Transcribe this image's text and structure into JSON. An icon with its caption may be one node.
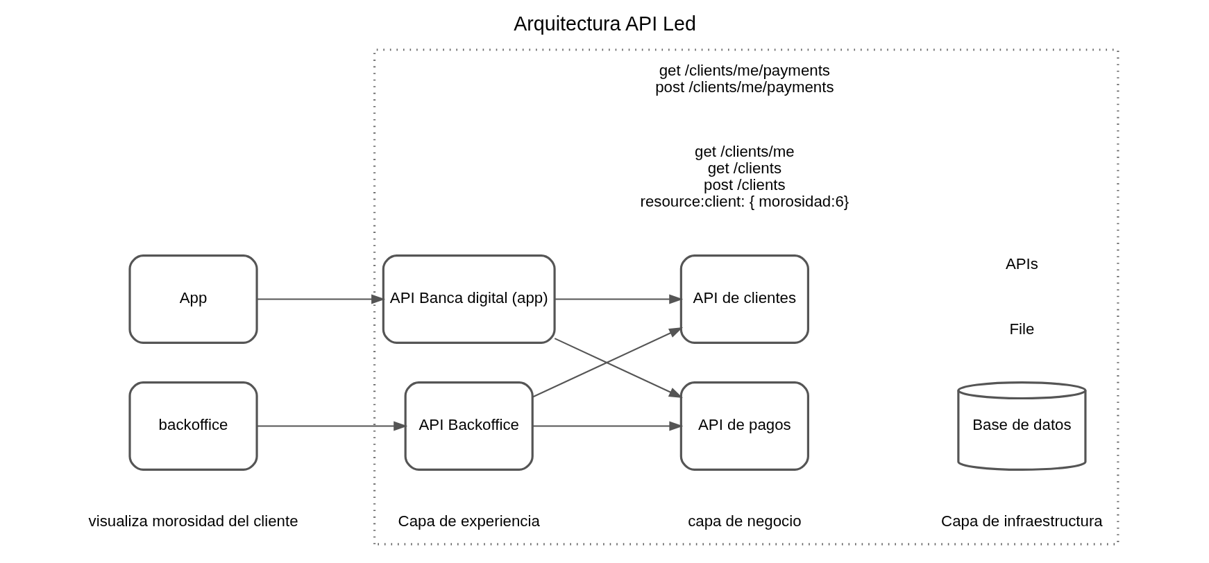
{
  "diagram": {
    "title": "Arquitectura API Led",
    "nodes": [
      {
        "text": [],
        "shape": "box"
      },
      {
        "text": [
          "App"
        ]
      },
      {
        "text": [
          "backoffice"
        ],
        "beside": [
          "visualiza morosidad del cliente"
        ]
      },
      {
        "text": [
          "API Banca digital (app)"
        ],
        "in": 0
      },
      {
        "text": [
          "API Backoffice"
        ],
        "in": 0
      },
      {
        "text": [
          "API de pagos"
        ],
        "in": 0,
        "beside": [
          "get /clients/me/payments",
          "post /clients/me/payments"
        ]
      },
      {
        "text": [
          "API de clientes"
        ],
        "in": 0,
        "beside": [
          "get /clients/me",
          "get /clients",
          "post /clients",
          "resource:client: { morosidad:6}"
        ]
      },
      {
        "text": [
          "Base de datos"
        ],
        "in": 0
      }
    ],
    "edges": [
      {
        "from": 1,
        "to": 3,
        "arrow": "to"
      },
      {
        "from": 2,
        "to": 4,
        "arrow": "to"
      },
      {
        "from": 3,
        "to": 5,
        "arrow": "to"
      },
      {
        "from": 3,
        "to": 6,
        "arrow": "to"
      },
      {
        "from": 4,
        "to": 5,
        "arrow": "to"
      },
      {
        "from": 4,
        "to": 6,
        "arrow": "to"
      }
    ],
    "labels": [
      "Capa de experiencia",
      "capa de negocio",
      "Capa de infraestructura",
      "File",
      "APIs"
    ]
  }
}
